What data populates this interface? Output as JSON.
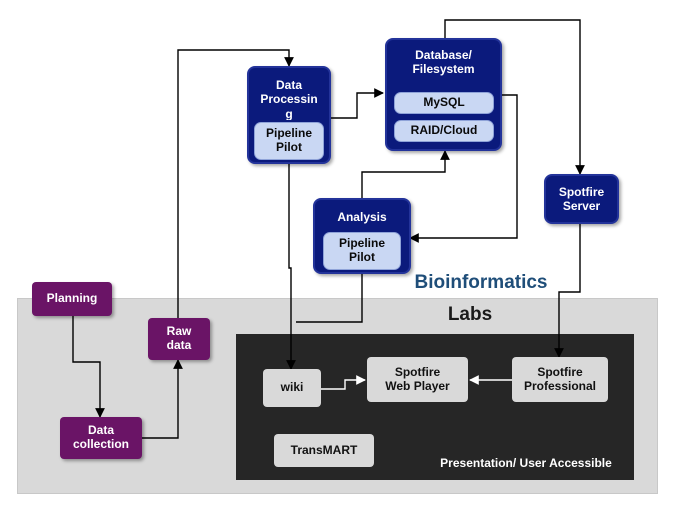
{
  "regions": {
    "labs_label": "Labs",
    "bioinformatics_label": "Bioinformatics",
    "presentation_label": "Presentation/ User Accessible"
  },
  "lab_nodes": {
    "planning": "Planning",
    "data_collection_line1": "Data",
    "data_collection_line2": "collection",
    "raw_data_line1": "Raw",
    "raw_data_line2": "data"
  },
  "bioinformatics_nodes": {
    "data_processing_line1": "Data",
    "data_processing_line2": "Processin",
    "data_processing_line3": "g",
    "data_processing_tool_line1": "Pipeline",
    "data_processing_tool_line2": "Pilot",
    "database_line1": "Database/",
    "database_line2": "Filesystem",
    "mysql": "MySQL",
    "raid_cloud": "RAID/Cloud",
    "analysis": "Analysis",
    "analysis_tool_line1": "Pipeline",
    "analysis_tool_line2": "Pilot",
    "spotfire_server_line1": "Spotfire",
    "spotfire_server_line2": "Server"
  },
  "presentation_nodes": {
    "wiki": "wiki",
    "web_player_line1": "Spotfire",
    "web_player_line2": "Web Player",
    "professional_line1": "Spotfire",
    "professional_line2": "Professional",
    "transmart": "TransMART"
  },
  "colors": {
    "bioinformatics_box": "#0b1a7c",
    "bioinformatics_inner": "#c9d7f3",
    "lab_box": "#6a1466",
    "labs_region": "#d9d9d9",
    "presentation_region": "#262626",
    "bioinformatics_text": "#1f4e79"
  }
}
